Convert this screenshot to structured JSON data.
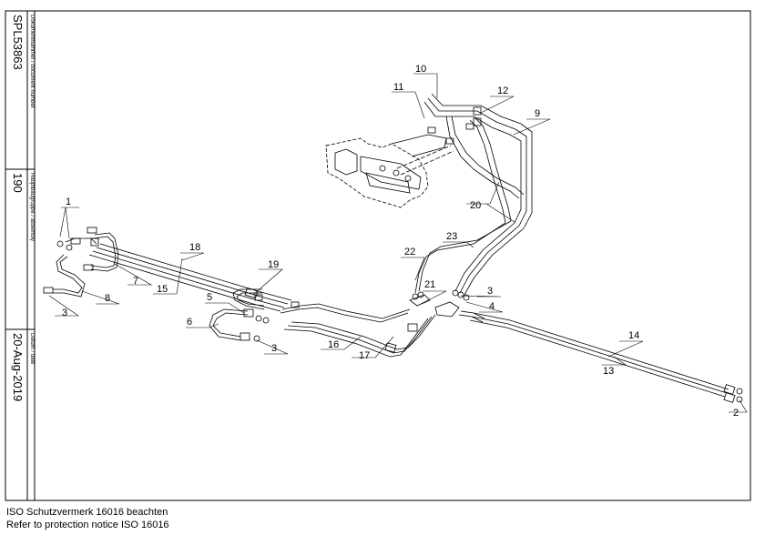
{
  "title_block": {
    "doc_label": "Dokumentnummer / document number",
    "doc_value": "SPL53863",
    "assembly_label": "Hauptbaugruppe / assembly",
    "assembly_value": "190",
    "date_label": "Datum / date",
    "date_value": "20-Aug-2019"
  },
  "callouts": [
    {
      "id": "c1",
      "label": "1"
    },
    {
      "id": "c2",
      "label": "2"
    },
    {
      "id": "c3a",
      "label": "3"
    },
    {
      "id": "c3b",
      "label": "3"
    },
    {
      "id": "c3c",
      "label": "3"
    },
    {
      "id": "c4",
      "label": "4"
    },
    {
      "id": "c5",
      "label": "5"
    },
    {
      "id": "c6",
      "label": "6"
    },
    {
      "id": "c7",
      "label": "7"
    },
    {
      "id": "c8",
      "label": "8"
    },
    {
      "id": "c9",
      "label": "9"
    },
    {
      "id": "c10",
      "label": "10"
    },
    {
      "id": "c11",
      "label": "11"
    },
    {
      "id": "c12",
      "label": "12"
    },
    {
      "id": "c13",
      "label": "13"
    },
    {
      "id": "c14",
      "label": "14"
    },
    {
      "id": "c15",
      "label": "15"
    },
    {
      "id": "c16",
      "label": "16"
    },
    {
      "id": "c17",
      "label": "17"
    },
    {
      "id": "c18",
      "label": "18"
    },
    {
      "id": "c19",
      "label": "19"
    },
    {
      "id": "c20",
      "label": "20"
    },
    {
      "id": "c21",
      "label": "21"
    },
    {
      "id": "c22",
      "label": "22"
    },
    {
      "id": "c23",
      "label": "23"
    }
  ],
  "footer": {
    "line1": "ISO Schutzvermerk 16016 beachten",
    "line2": "Refer to protection notice ISO 16016"
  }
}
